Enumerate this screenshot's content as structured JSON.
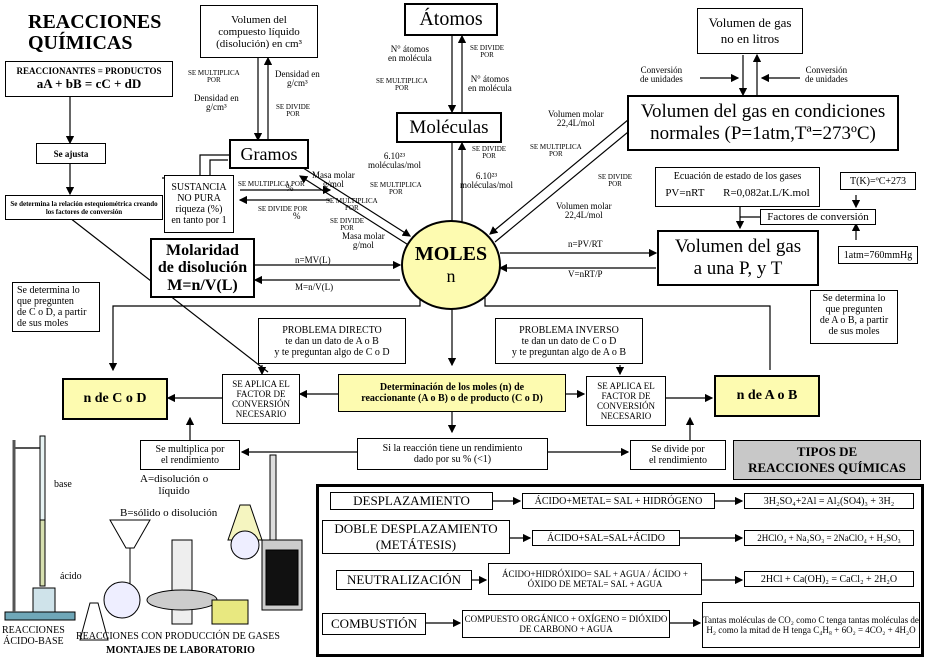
{
  "title": [
    "REACCIONES",
    "QUÍMICAS"
  ],
  "reactantes_box": {
    "line1": "REACCIONANTES = PRODUCTOS",
    "line2": "aA + bB = cC + dD"
  },
  "se_ajusta": "Se ajusta",
  "relacion": "Se determina la relación estequiométrica creando los factores de conversión",
  "volumen_liquido": [
    "Volumen del",
    "compuesto líquido",
    "(disolución) en cm³"
  ],
  "se_multiplica_por": [
    "SE MULTIPLICA",
    "POR"
  ],
  "se_divide_por": [
    "SE DIVIDE",
    "POR"
  ],
  "densidad_1": [
    "Densidad en",
    "g/cm³"
  ],
  "densidad_2": [
    "Densidad en",
    "g/cm³"
  ],
  "atomos": "Átomos",
  "n_atomos_1": [
    "N° átomos",
    "en molécula"
  ],
  "n_atomos_2": [
    "N° átomos",
    "en molécula"
  ],
  "moleculas": "Moléculas",
  "gramos": "Gramos",
  "sustancia": [
    "SUSTANCIA",
    "NO PURA",
    "riqueza (%)",
    "en tanto por 1"
  ],
  "masa_molar": [
    "Masa molar",
    "g/mol"
  ],
  "pct": "%",
  "avogadro": [
    "6.10²³",
    "moléculas/mol"
  ],
  "molaridad": [
    "Molaridad",
    "de disolución",
    "M=n/V(L)"
  ],
  "n_mv": "n=MV(L)",
  "m_nv": "M=n/V(L)",
  "moles": "MOLES",
  "moles_n": "n",
  "vol_gas_no_litros": [
    "Volumen de gas",
    "no en litros"
  ],
  "conversion": [
    "Conversión",
    "de unidades"
  ],
  "vol_molar": [
    "Volumen molar",
    "22,4L/mol"
  ],
  "vol_normales": [
    "Volumen del gas en condiciones",
    "normales (P=1atm,Tª=273ºC)"
  ],
  "ecuacion": {
    "title": "Ecuación de estado de los gases",
    "pv": "PV=nRT",
    "r": "R=0,082at.L/K.mol"
  },
  "tk": "T(K)=ºC+273",
  "factores": "Factores de conversión",
  "atm": "1atm=760mmHg",
  "vol_pt": [
    "Volumen del gas",
    "a una P, y T"
  ],
  "n_pvrt": "n=PV/RT",
  "v_nrtp": "V=nRT/P",
  "pregunten_cd": [
    "Se determina lo",
    "que pregunten",
    "de C o D, a partir",
    "de sus moles"
  ],
  "pregunten_ab": [
    "Se determina lo",
    "que pregunten",
    "de A o B, a partir",
    "de sus moles"
  ],
  "problema_directo": [
    "PROBLEMA DIRECTO",
    "te dan un dato de A o B",
    "y te preguntan algo de C o D"
  ],
  "problema_inverso": [
    "PROBLEMA INVERSO",
    "te dan un dato de C o D",
    "y te preguntan algo de A o B"
  ],
  "n_cd": "n de C o D",
  "n_ab": "n de A o B",
  "aplica": [
    "SE APLICA EL",
    "FACTOR DE",
    "CONVERSIÓN",
    "NECESARIO"
  ],
  "determinacion": [
    "Determinación de los moles (n) de",
    "reaccionante (A o B) o de producto (C o D)"
  ],
  "multiplica_rend": [
    "Se multiplica por",
    "el rendimiento"
  ],
  "divide_rend": [
    "Se divide por",
    "el rendimiento"
  ],
  "rendimiento": [
    "Si la reacción tiene un rendimiento",
    "dado por su % (<1)"
  ],
  "tipos": [
    "TIPOS DE",
    "REACCIONES QUÍMICAS"
  ],
  "reacciones": [
    {
      "name": "DESPLAZAMIENTO",
      "rule": "ÁCIDO+METAL= SAL + HIDRÓGENO",
      "example": "3H₂SO₄+2Al = Al₂(SO4)₃ + 3H₂"
    },
    {
      "name": "DOBLE DESPLAZAMIENTO (METÁTESIS)",
      "rule": "ÁCIDO+SAL=SAL+ÁCIDO",
      "example": "2HClO₄ + Na₂SO₃ = 2NaClO₄ + H₂SO₃"
    },
    {
      "name": "NEUTRALIZACIÓN",
      "rule": "ÁCIDO+HIDRÓXIDO= SAL + AGUA / ÁCIDO + ÓXIDO DE METAL= SAL + AGUA",
      "example": "2HCl + Ca(OH)₂ = CaCl₂ + 2H₂O"
    },
    {
      "name": "COMBUSTIÓN",
      "rule": "COMPUESTO ORGÁNICO + OXÍGENO = DIÓXIDO DE CARBONO + AGUA",
      "example": "Tantas moléculas de CO₂ como C tenga tantas moléculas de H₂ como la mitad de H tenga C₄H₈ + 6O₂ = 4CO₂ + 4H₂O"
    }
  ],
  "lab": {
    "base": "base",
    "acido": "ácido",
    "a_disolucion": [
      "A=disolución o",
      "líquido"
    ],
    "b_solido": "B=sólido o disolución",
    "acido_base": [
      "REACCIONES",
      "ÁCIDO-BASE"
    ],
    "gases": "REACCIONES CON PRODUCCIÓN DE GASES",
    "montajes": "MONTAJES DE LABORATORIO"
  },
  "colors": {
    "yellow": "#fdfbb0",
    "moles_fill": "#fdfbb0",
    "gray": "#c8c8c8"
  }
}
